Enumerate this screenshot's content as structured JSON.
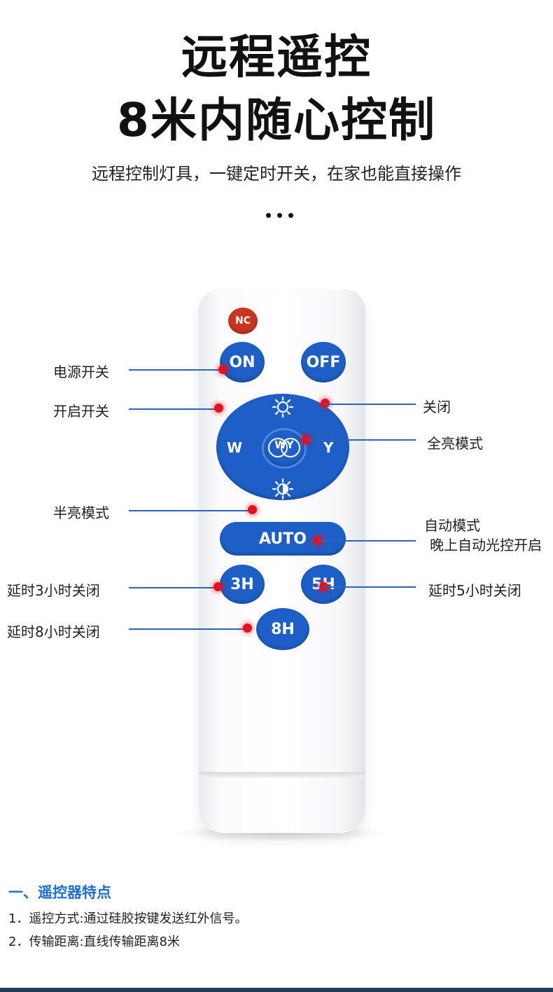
{
  "hero": {
    "title_line1": "远程遥控",
    "title_line2": "8米内随心控制",
    "subtitle": "远程控制灯具，一键定时开关，在家也能直接操作"
  },
  "remote": {
    "buttons": {
      "nc": "NC",
      "on": "ON",
      "off": "OFF",
      "w": "W",
      "y": "Y",
      "wy": "WY",
      "auto": "AUTO",
      "h3": "3H",
      "h5": "5H",
      "h8": "8H"
    },
    "icons": [
      "sun-bright-icon",
      "sun-dim-icon"
    ]
  },
  "callouts": {
    "power": "电源开关",
    "open": "开启开关",
    "close": "关闭",
    "full_bright": "全亮模式",
    "half_bright": "半亮模式",
    "auto_line1": "自动模式",
    "auto_line2": "晚上自动光控开启",
    "delay3": "延时3小时关闭",
    "delay5": "延时5小时关闭",
    "delay8": "延时8小时关闭"
  },
  "features": {
    "section_title": "一、遥控器特点",
    "item1": "1．遥控方式:通过硅胶按键发送红外信号。",
    "item2": "2．传输距离:直线传输距离8米"
  },
  "colors": {
    "button_blue": "#1d5fc6",
    "nc_red": "#c9351f",
    "indicator_red": "#e8101c",
    "line_blue": "#2b63c1",
    "section_blue": "#1d6fd1"
  }
}
